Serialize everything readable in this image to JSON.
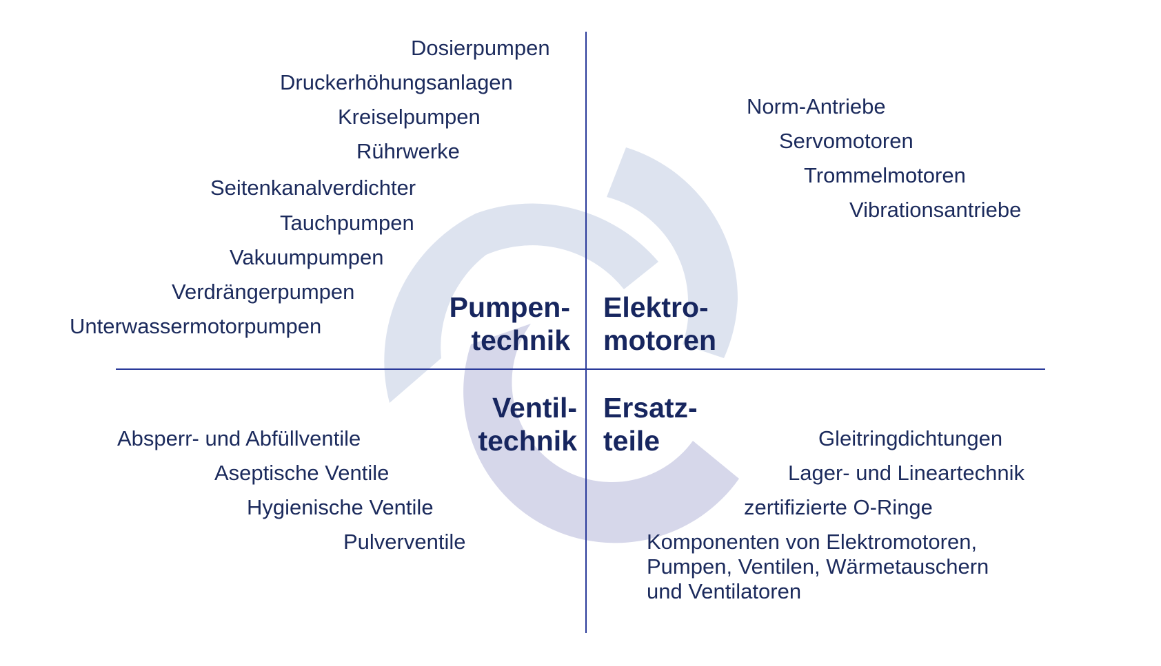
{
  "colors": {
    "text": "#1b2a5c",
    "category": "#17265f",
    "axis": "#2a3a9a",
    "ring_light": "#dde3ef",
    "ring_purple": "#d6d7ea"
  },
  "quadrants": {
    "pumpentechnik": {
      "title": [
        "Pumpen-",
        "technik"
      ],
      "items": [
        "Dosierpumpen",
        "Druckerhöhungsanlagen",
        "Kreiselpumpen",
        "Rührwerke",
        "Seitenkanalverdichter",
        "Tauchpumpen",
        "Vakuumpumpen",
        "Verdrängerpumpen",
        "Unterwassermotorpumpen"
      ]
    },
    "elektromotoren": {
      "title": [
        "Elektro-",
        "motoren"
      ],
      "items": [
        "Norm-Antriebe",
        "Servomotoren",
        "Trommelmotoren",
        "Vibrationsantriebe"
      ]
    },
    "ventiltechnik": {
      "title": [
        "Ventil-",
        "technik"
      ],
      "items": [
        "Absperr- und Abfüllventile",
        "Aseptische Ventile",
        "Hygienische Ventile",
        "Pulverventile"
      ]
    },
    "ersatzteile": {
      "title": [
        "Ersatz-",
        "teile"
      ],
      "items": [
        "Gleitringdichtungen",
        "Lager- und Lineartechnik",
        "zertifizierte O-Ringe",
        "Komponenten von Elektromotoren, Pumpen, Ventilen, Wärmetauschern und Ventilatoren"
      ]
    }
  }
}
